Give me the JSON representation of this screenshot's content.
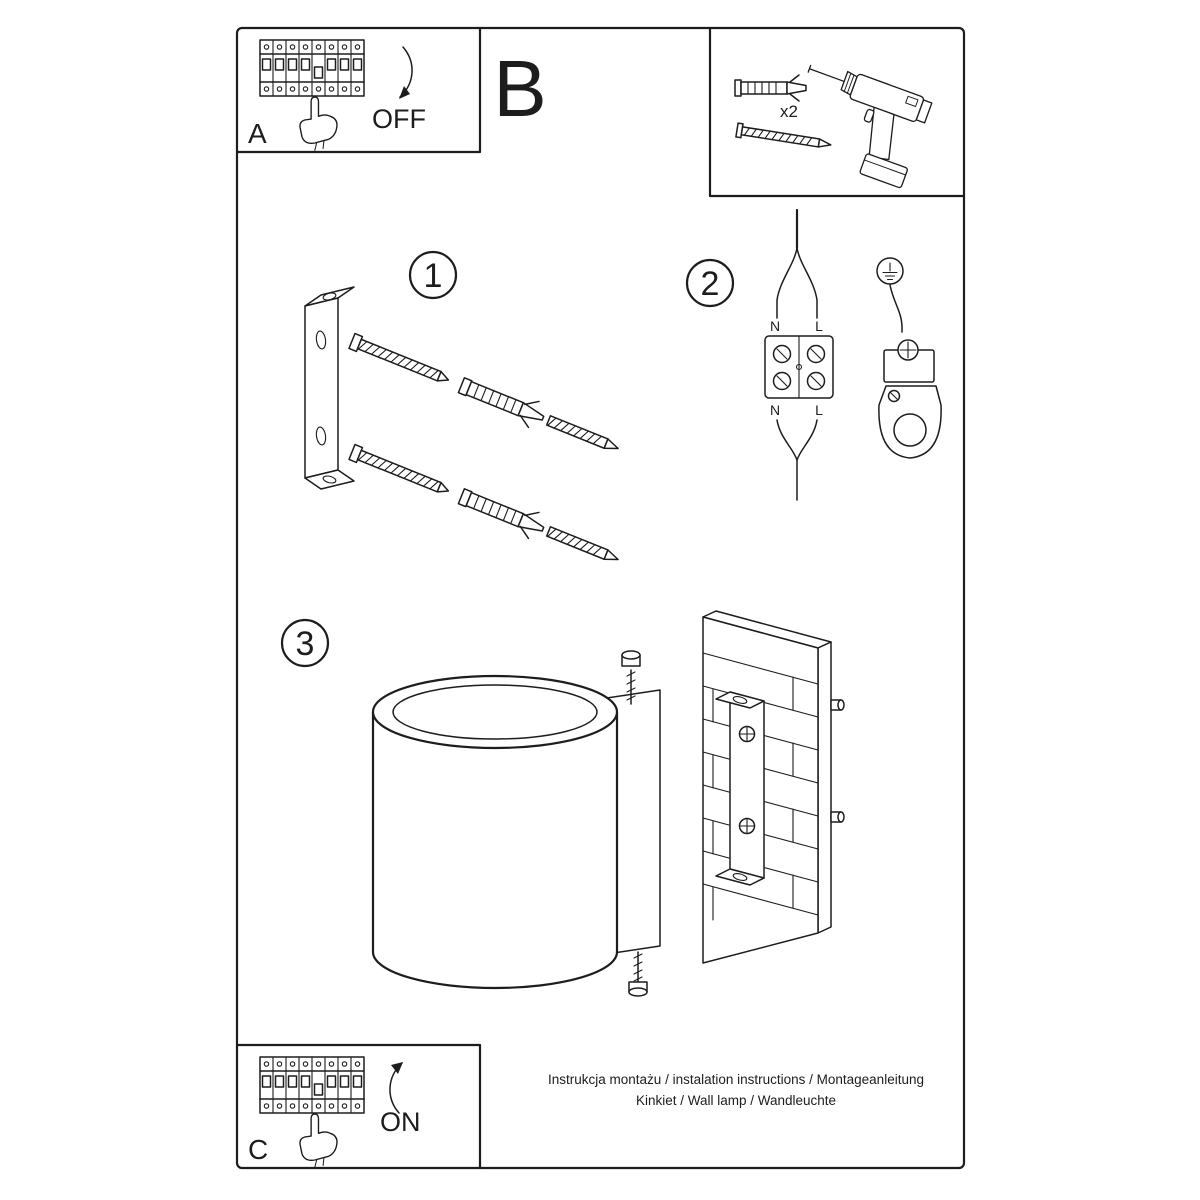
{
  "panel_a": {
    "label": "A",
    "switch_label": "OFF"
  },
  "panel_c": {
    "label": "C",
    "switch_label": "ON"
  },
  "section_b": {
    "label": "B",
    "anchor_count": "x2"
  },
  "steps": {
    "one": "1",
    "two": "2",
    "three": "3"
  },
  "wiring": {
    "neutral_top": "N",
    "line_top": "L",
    "neutral_bottom": "N",
    "line_bottom": "L"
  },
  "footer": {
    "line1": "Instrukcja montażu / instalation instructions / Montageanleitung",
    "line2": "Kinkiet / Wall lamp / Wandleuchte"
  },
  "colors": {
    "ink": "#1d1d1d",
    "paper": "#ffffff"
  }
}
